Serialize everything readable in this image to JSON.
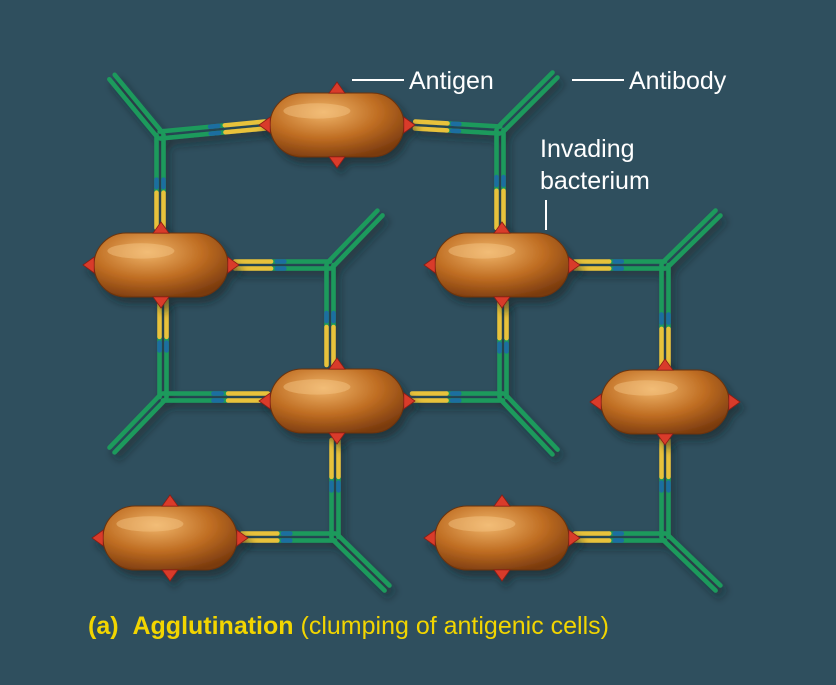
{
  "labels": {
    "antigen": "Antigen",
    "antibody": "Antibody",
    "invading_line1": "Invading",
    "invading_line2": "bacterium"
  },
  "caption": {
    "part": "(a)",
    "title": "Agglutination",
    "description": "(clumping of antigenic cells)"
  },
  "colors": {
    "background": "#2f4f5e",
    "antibody": "#1f9a5c",
    "antibody_hinge": "#e8c23a",
    "antibody_link": "#1a6ea0",
    "bacterium": "#b9661e",
    "antigen": "#d93a2a",
    "caption": "#f2d500"
  }
}
